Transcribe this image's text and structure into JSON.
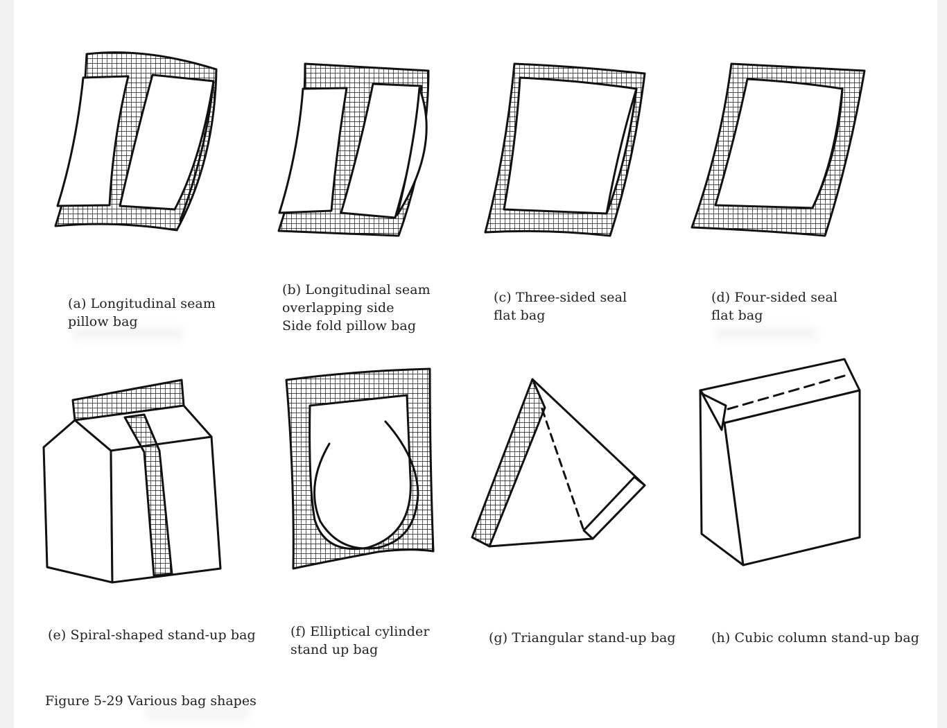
{
  "captions": {
    "a": [
      "(a) Longitudinal seam",
      "pillow bag"
    ],
    "b": [
      "(b) Longitudinal seam",
      "overlapping side",
      "Side fold pillow bag"
    ],
    "c": [
      "(c) Three-sided seal",
      "flat bag"
    ],
    "d": [
      "(d) Four-sided seal",
      "flat bag"
    ],
    "e": [
      "(e) Spiral-shaped stand-up bag"
    ],
    "f": [
      "(f) Elliptical cylinder",
      "stand up bag"
    ],
    "g": [
      "(g) Triangular stand-up bag"
    ],
    "h": [
      "(h) Cubic column stand-up bag"
    ]
  },
  "figure_caption": "Figure 5-29 Various bag shapes",
  "colors": {
    "line": "#111111",
    "background": "#ffffff",
    "text": "#222222"
  }
}
